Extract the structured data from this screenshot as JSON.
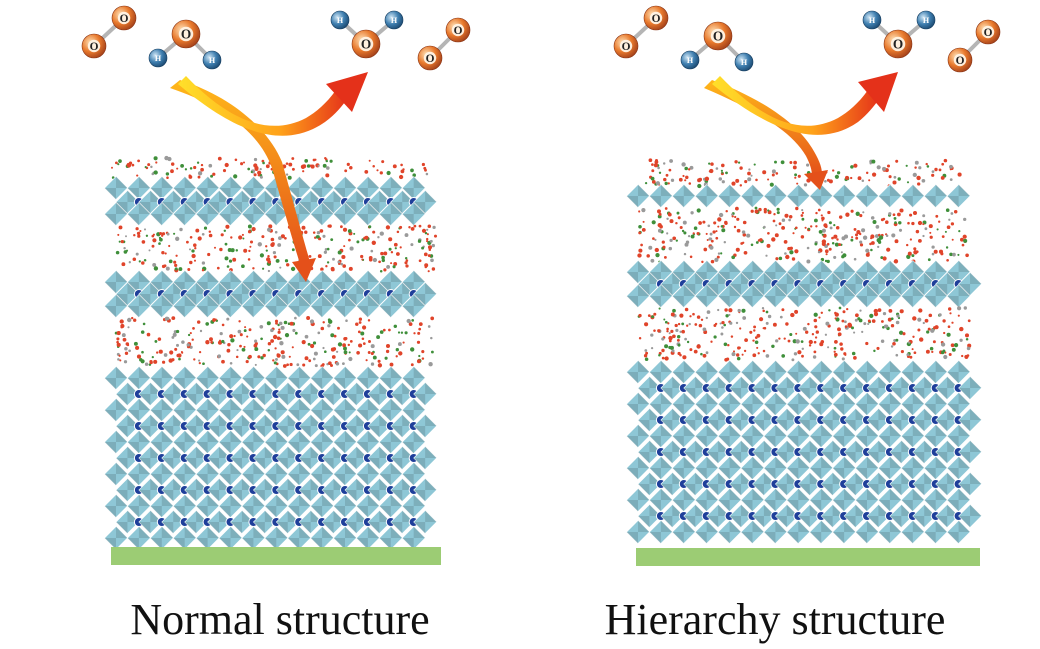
{
  "panels": [
    {
      "id": "left",
      "caption": "Normal structure"
    },
    {
      "id": "right",
      "caption": "Hierarchy structure"
    }
  ],
  "atoms": {
    "oxygen": "O",
    "hydrogen": "H"
  },
  "colors": {
    "octahedron_face": "#8ec7d6",
    "octahedron_shade": "#6f9aa6",
    "octahedron_dark": "#5b7f88",
    "a_site_cation": "#1f3f9a",
    "organic_red": "#e0442a",
    "organic_green": "#3f8f3a",
    "organic_gray": "#9a9a9a",
    "substrate": "#9ccc74",
    "oxygen_atom": "#e0712a",
    "hydrogen_atom": "#3a78a8",
    "arrow_start": "#ffd21a",
    "arrow_end": "#e4311a"
  }
}
